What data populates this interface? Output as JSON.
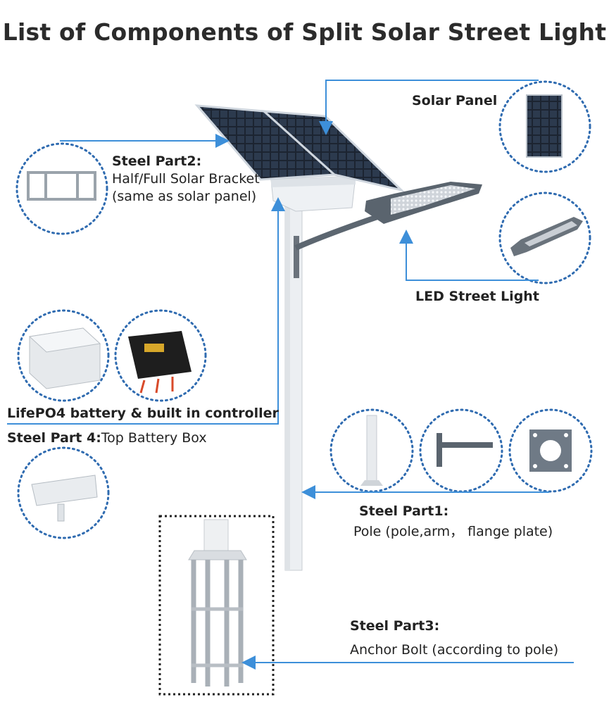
{
  "title": "List of Components of Split Solar Street Light",
  "labels": {
    "solar_panel": "Solar Panel",
    "steel_part2_title": "Steel Part2:",
    "steel_part2_line1": "Half/Full Solar Bracket",
    "steel_part2_line2": "(same as solar panel)",
    "led_street_light": "LED Street Light",
    "battery_controller": "LifePO4 battery & built in controller",
    "steel_part4_title": "Steel Part 4:",
    "steel_part4_desc": "Top Battery Box",
    "steel_part1_title": "Steel Part1:",
    "steel_part1_desc": "Pole (pole,arm， flange plate)",
    "steel_part3_title": "Steel Part3:",
    "steel_part3_desc": "Anchor Bolt (according to pole)"
  },
  "colors": {
    "arrow": "#3d8fd9",
    "circle_border": "#2f6bb0",
    "pole": "#eef0f2",
    "panel": "#1f2a38"
  }
}
